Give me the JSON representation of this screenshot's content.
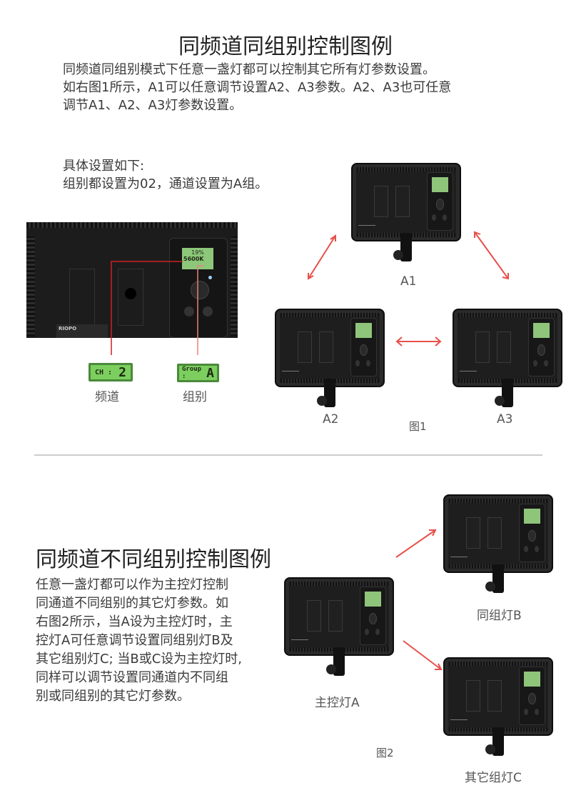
{
  "section1": {
    "title": "同频道同组别控制图例",
    "paragraph": [
      "同频道同组别模式下任意一盏灯都可以控制其它所有灯参数设置。",
      "如右图1所示，A1可以任意调节设置A2、A3参数。A2、A3也可任意",
      "调节A1、A2、A3灯参数设置。"
    ],
    "settings": [
      "具体设置如下:",
      "组别都设置为02，通道设置为A组。"
    ],
    "closeup": {
      "brand": "RIOPO",
      "lcd_percent": "19%",
      "lcd_temp": "5600K",
      "ch_label": "CH :",
      "ch_value": "2",
      "group_label": "Group :",
      "group_value": "A",
      "ch_caption": "频道",
      "group_caption": "组别"
    },
    "lights": [
      "A1",
      "A2",
      "A3"
    ],
    "figure_label": "图1"
  },
  "section2": {
    "title": "同频道不同组别控制图例",
    "paragraph": [
      "任意一盏灯都可以作为主控灯控制",
      "同通道不同组别的其它灯参数。如",
      "右图2所示，当A设为主控灯时，主",
      "控灯A可任意调节设置同组别灯B及",
      "其它组别灯C; 当B或C设为主控灯时,",
      "同样可以调节设置同通道内不同组",
      "别或同组别的其它灯参数。"
    ],
    "lights": {
      "master": "主控灯A",
      "same_group": "同组灯B",
      "other_group": "其它组灯C"
    },
    "figure_label": "图2"
  },
  "colors": {
    "arrow": "#e8504a",
    "lcd": "#7ccf5f"
  }
}
